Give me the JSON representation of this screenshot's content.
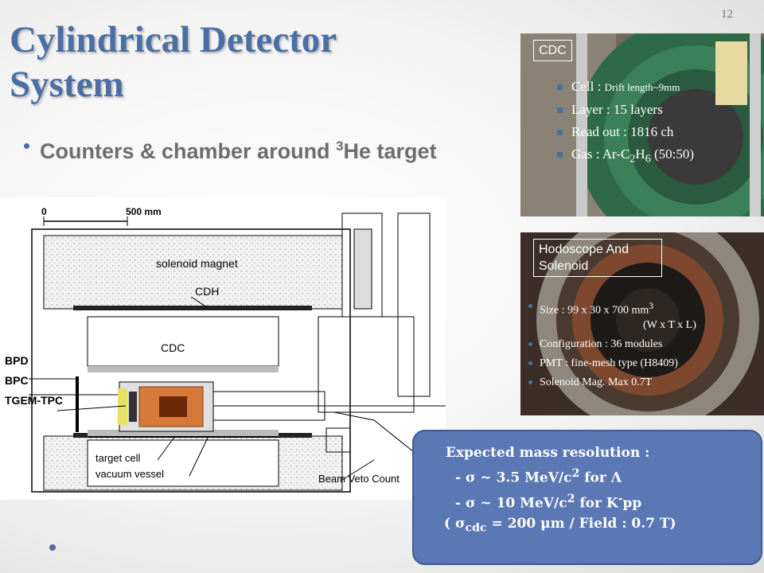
{
  "slide": {
    "page_number": "12",
    "title": "Cylindrical Detector System",
    "bullet": {
      "main": "Counters & chamber around ",
      "sup": "3",
      "tail": "He target"
    }
  },
  "diagram": {
    "scale_zero": "0",
    "scale_500": "500 mm",
    "labels": {
      "solenoid_magnet": "solenoid magnet",
      "cdh": "CDH",
      "cdc": "CDC",
      "bpd": "BPD",
      "bpc": "BPC",
      "tgem_tpc": "TGEM-TPC",
      "target_cell": "target cell",
      "vacuum_vessel": "vacuum vessel",
      "beam_veto": "Beam Veto Count"
    }
  },
  "cdc_panel": {
    "label": "CDC",
    "cell_a": "Cell : ",
    "cell_b": "Drift length~9mm",
    "layer": "Layer : 15 layers",
    "readout": "Read out : 1816 ch",
    "gas_a": "Gas : Ar-C",
    "gas_sub1": "2",
    "gas_b": "H",
    "gas_sub2": "6",
    "gas_c": " (50:50)"
  },
  "hodo_panel": {
    "label": "Hodoscope And Solenoid",
    "size_a": "Size : 99 x 30 x 700 mm",
    "size_sup": "3",
    "size_b": "(W x T x L)",
    "config": "Configuration : 36 modules",
    "pmt": "PMT : fine-mesh type (H8409)",
    "solenoid": "Solenoid Mag. Max 0.7T"
  },
  "resolution": {
    "title": "Expected mass resolution :",
    "line1_a": "- σ ~ 3.5 MeV/c",
    "line1_sup": "2",
    "line1_b": " for Λ",
    "line2_a": "- σ ~ 10 MeV/c",
    "line2_sup": "2",
    "line2_b": " for K",
    "line2_sup2": "-",
    "line2_c": "pp",
    "line3_a": "( σ",
    "line3_sub": "cdc",
    "line3_b": " = 200 μm / Field : 0.7 T)"
  },
  "colors": {
    "title": "#4a6fa5",
    "box": "#5b78b4",
    "copper": "#d8793c"
  }
}
